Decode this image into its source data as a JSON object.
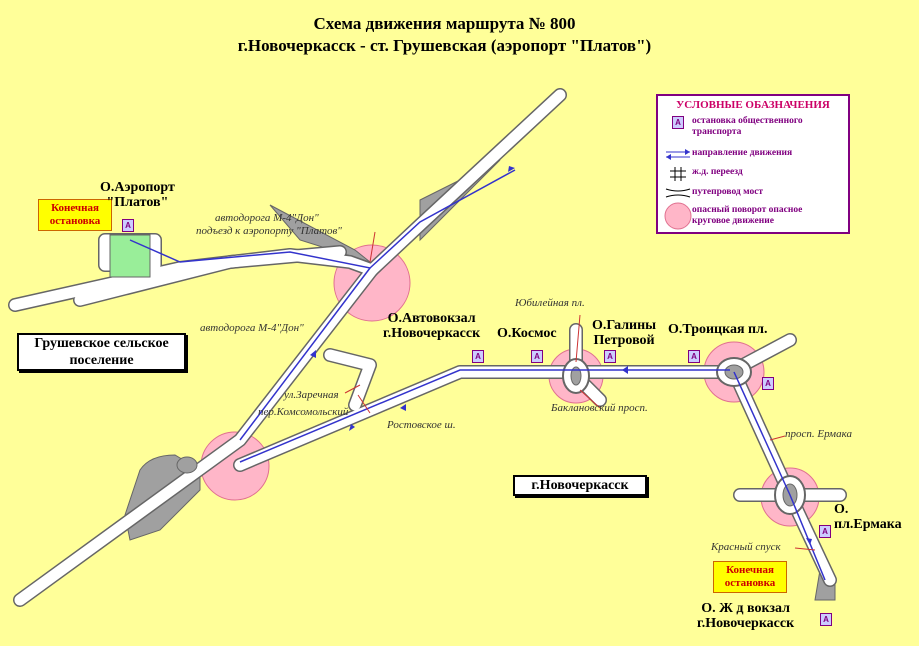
{
  "title": {
    "line1": "Схема движения маршрута № 800",
    "line2": "г.Новочеркасск - ст. Грушевская (аэропорт \"Платов\")"
  },
  "legend": {
    "title": "УСЛОВНЫЕ ОБАЗНАЧЕНИЯ",
    "items": [
      {
        "icon": "bus-stop-icon",
        "glyph": "A",
        "label": "остановка общественного транспорта"
      },
      {
        "icon": "direction-arrows-icon",
        "label": "направление движения"
      },
      {
        "icon": "railway-crossing-icon",
        "label": "ж.д. переезд"
      },
      {
        "icon": "overpass-bridge-icon",
        "label": "путепровод мост"
      },
      {
        "icon": "danger-circle-icon",
        "label": "опасный поворот опасное круговое движение"
      }
    ]
  },
  "colors": {
    "background": "#ffff99",
    "road_fill": "#ffffff",
    "road_outline": "#666666",
    "parking": "#a0a0a0",
    "airport_green": "#99ee99",
    "danger_zone": "#ffb6c8",
    "route_line": "#3333cc",
    "legend_border": "#800080",
    "stop_box": "#ccccff"
  },
  "stops": [
    {
      "name": "О.Аэропорт \"Платов\"",
      "glyph": "A"
    },
    {
      "name": "О.Автовокзал г.Новочеркасск",
      "glyph": "A"
    },
    {
      "name": "О.Космос",
      "glyph": "A"
    },
    {
      "name": "О.Галины Петровой",
      "glyph": "A"
    },
    {
      "name": "О.Троицкая пл.",
      "glyph": "A"
    },
    {
      "name": "О. пл.Ермака",
      "glyph": "A"
    },
    {
      "name": "О. Ж д вокзал г.Новочеркасск",
      "glyph": "A"
    }
  ],
  "terminals": [
    {
      "label": "Конечная остановка"
    },
    {
      "label": "Конечная остановка"
    }
  ],
  "areas": [
    {
      "label": "Грушевское сельское поселение"
    },
    {
      "label": "г.Новочеркасск"
    }
  ],
  "street_labels": {
    "m4_airport": "автодорога М-4\"Дон\"",
    "m4_airport_2": "подъезд к аэропорту \"Платов\"",
    "m4": "автодорога М-4\"Дон\"",
    "zarechnaya": "ул.Заречная",
    "komsomolsky": "пер.Комсомольский",
    "rostovskoe": "Ростовское ш.",
    "yubileinaya": "Юбилейная пл.",
    "baklanovsky": "Баклановский просп.",
    "ermaka_prosp": "просп. Ермака",
    "krasny_spusk": "Красный спуск"
  },
  "stop_labels": {
    "airport_1": "О.Аэропорт",
    "airport_2": "\"Платов\"",
    "avtovokzal_1": "О.Автовокзал",
    "avtovokzal_2": "г.Новочеркасск",
    "kosmos": "О.Космос",
    "galiny_1": "О.Галины",
    "galiny_2": "Петровой",
    "troitskaya": "О.Троицкая пл.",
    "ermaka_1": "О.",
    "ermaka_2": "пл.Ермака",
    "vokzal_1": "О. Ж д вокзал",
    "vokzal_2": "г.Новочеркасск"
  },
  "stop_glyph": "A"
}
